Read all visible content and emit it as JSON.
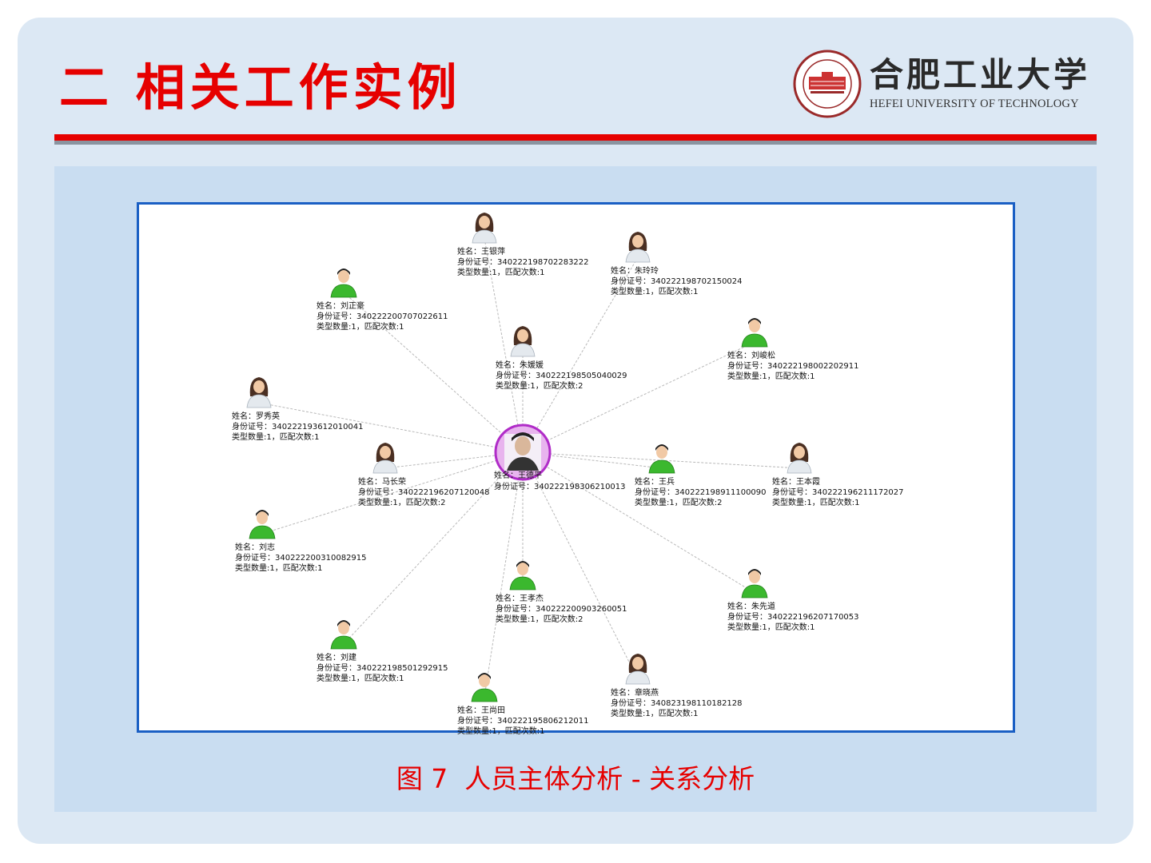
{
  "header": {
    "title": "二 相关工作实例",
    "logo_cn": "合肥工业大学",
    "logo_en": "HEFEI UNIVERSITY OF TECHNOLOGY"
  },
  "colors": {
    "title_red": "#e60000",
    "frame_blue": "#1a5fc4",
    "panel_blue": "#c9ddf1"
  },
  "figure": {
    "caption": "图 7  人员主体分析 - 关系分析",
    "center": {
      "name": "姓名：王德平",
      "id": "身份证号：340222198306210013",
      "photo": "center-person-photo"
    },
    "nodes": [
      {
        "gender": "female",
        "name": "姓名：王银萍",
        "id": "身份证号：340222198702283222",
        "stats": "类型数量:1，匹配次数:1"
      },
      {
        "gender": "female",
        "name": "姓名：朱玲玲",
        "id": "身份证号：340222198702150024",
        "stats": "类型数量:1，匹配次数:1"
      },
      {
        "gender": "male",
        "name": "姓名：刘正豪",
        "id": "身份证号：340222200707022611",
        "stats": "类型数量:1，匹配次数:1"
      },
      {
        "gender": "female",
        "name": "姓名：朱媛媛",
        "id": "身份证号：340222198505040029",
        "stats": "类型数量:1，匹配次数:2"
      },
      {
        "gender": "male",
        "name": "姓名：刘峻松",
        "id": "身份证号：340222198002202911",
        "stats": "类型数量:1，匹配次数:1"
      },
      {
        "gender": "female",
        "name": "姓名：罗秀英",
        "id": "身份证号：340222193612010041",
        "stats": "类型数量:1，匹配次数:1"
      },
      {
        "gender": "female",
        "name": "姓名：马长荣",
        "id": "身份证号：340222196207120048",
        "stats": "类型数量:1，匹配次数:2"
      },
      {
        "gender": "male",
        "name": "姓名：王兵",
        "id": "身份证号：340222198911100090",
        "stats": "类型数量:1，匹配次数:2"
      },
      {
        "gender": "female",
        "name": "姓名：王本霞",
        "id": "身份证号：340222196211172027",
        "stats": "类型数量:1，匹配次数:1"
      },
      {
        "gender": "male",
        "name": "姓名：刘志",
        "id": "身份证号：340222200310082915",
        "stats": "类型数量:1，匹配次数:1"
      },
      {
        "gender": "male",
        "name": "姓名：王孝杰",
        "id": "身份证号：340222200903260051",
        "stats": "类型数量:1，匹配次数:2"
      },
      {
        "gender": "male",
        "name": "姓名：朱先道",
        "id": "身份证号：340222196207170053",
        "stats": "类型数量:1，匹配次数:1"
      },
      {
        "gender": "male",
        "name": "姓名：刘建",
        "id": "身份证号：340222198501292915",
        "stats": "类型数量:1，匹配次数:1"
      },
      {
        "gender": "female",
        "name": "姓名：章晓燕",
        "id": "身份证号：340823198110182128",
        "stats": "类型数量:1，匹配次数:1"
      },
      {
        "gender": "male",
        "name": "姓名：王尚田",
        "id": "身份证号：340222195806212011",
        "stats": "类型数量:1，匹配次数:1"
      }
    ]
  }
}
